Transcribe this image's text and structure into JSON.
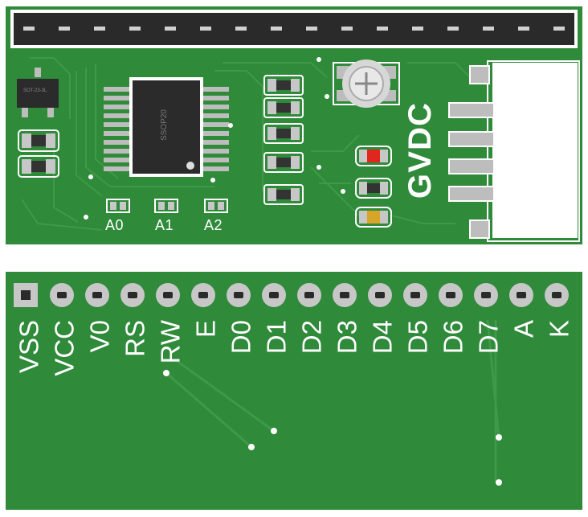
{
  "top_board": {
    "chip_marking": "SSOP20",
    "regulator_marking": "SOT-23-3L",
    "address_labels": [
      "A0",
      "A1",
      "A2"
    ],
    "connector_labels": [
      "G",
      "V",
      "D",
      "C"
    ]
  },
  "bottom_board": {
    "pin_labels": [
      "VSS",
      "VCC",
      "V0",
      "RS",
      "RW",
      "E",
      "D0",
      "D1",
      "D2",
      "D3",
      "D4",
      "D5",
      "D6",
      "D7",
      "A",
      "K"
    ]
  },
  "colors": {
    "pcb": "#2f8a3a",
    "silkscreen": "#ffffff",
    "pad": "#c7c7c7",
    "header": "#2a2a2a",
    "ic": "#2b2b2b",
    "led_red": "#e0271e",
    "led_amber": "#d8a52a"
  }
}
